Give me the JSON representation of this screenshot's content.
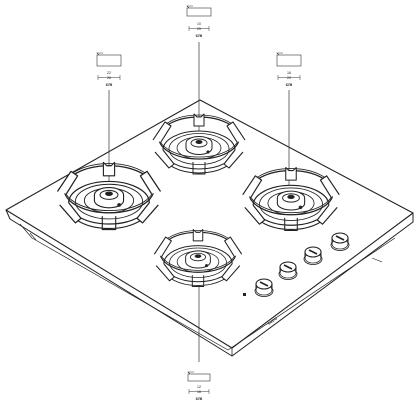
{
  "diagram": {
    "brand": "SMEG",
    "unit": "cm",
    "callouts": [
      {
        "id": "rear",
        "line1": "10",
        "line2": "20"
      },
      {
        "id": "left",
        "line1": "22",
        "line2": "26"
      },
      {
        "id": "right",
        "line1": "16",
        "line2": "20"
      },
      {
        "id": "front",
        "line1": "12",
        "line2": "16"
      }
    ],
    "knob_count": 4
  }
}
